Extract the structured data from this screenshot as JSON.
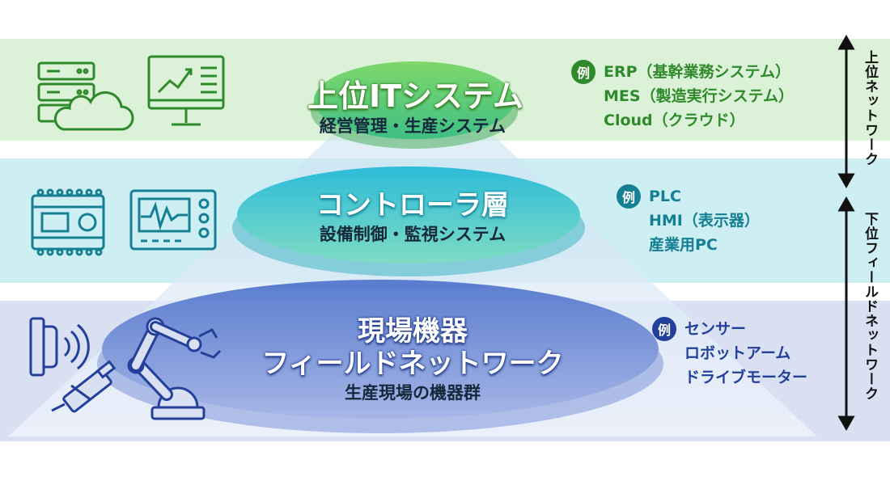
{
  "layers": {
    "top": {
      "title": "上位ITシステム",
      "subtitle": "経営管理・生産システム",
      "example_badge": "例",
      "examples": [
        "ERP（基幹業務システム）",
        "MES（製造実行システム）",
        "Cloud（クラウド）"
      ],
      "icons": [
        "server-cloud-icon",
        "monitor-chart-icon"
      ],
      "color": "#2f8a2b"
    },
    "middle": {
      "title": "コントローラ層",
      "subtitle": "設備制御・監視システム",
      "example_badge": "例",
      "examples": [
        "PLC",
        "HMI（表示器）",
        "産業用PC"
      ],
      "icons": [
        "plc-controller-icon",
        "hmi-oscilloscope-icon"
      ],
      "color": "#157f93"
    },
    "bottom": {
      "title_line1": "現場機器",
      "title_line2": "フィールドネットワーク",
      "subtitle": "生産現場の機器群",
      "example_badge": "例",
      "examples": [
        "センサー",
        "ロボットアーム",
        "ドライブモーター"
      ],
      "icons": [
        "sensor-icon",
        "robot-arm-icon"
      ],
      "color": "#23409a"
    }
  },
  "network_labels": {
    "upper": "上位ネットワーク",
    "lower": "下位フィールドネットワーク"
  }
}
